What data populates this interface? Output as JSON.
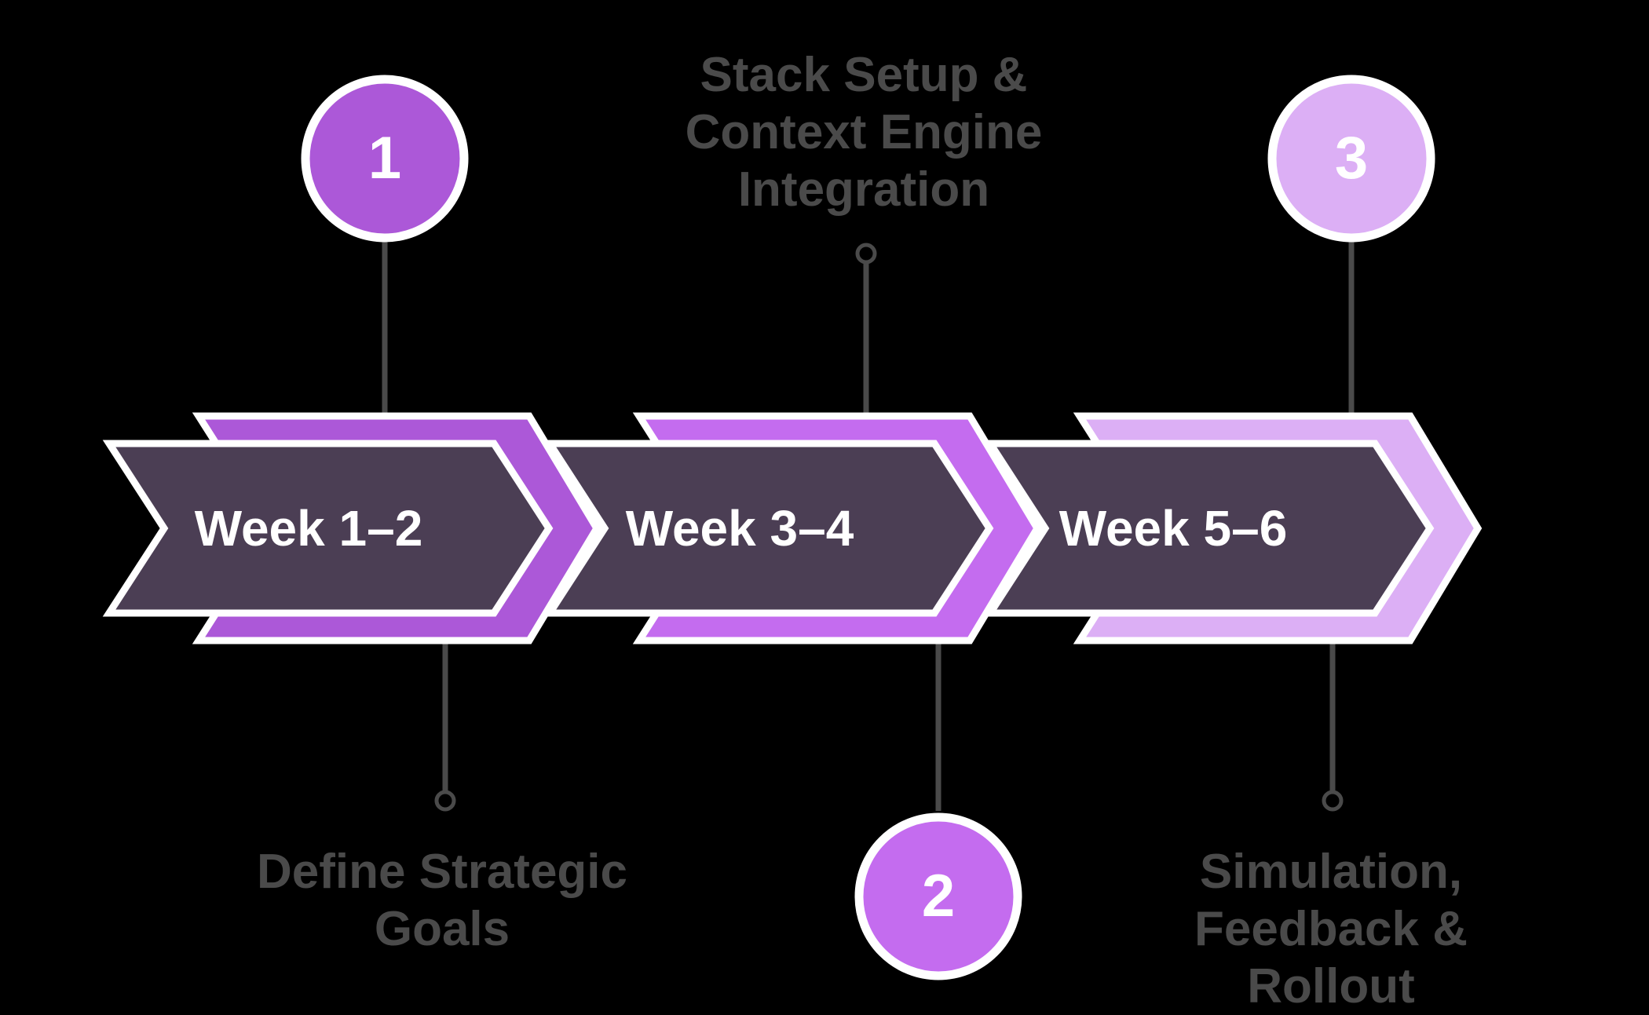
{
  "colors": {
    "background": "#000000",
    "arrow_body": "#4B3E54",
    "outline": "#FFFFFF",
    "connector": "#4A4A4A",
    "annotation_text": "#4A4A4A",
    "arrow_text": "#FFFFFF",
    "step1_accent": "#AC58D8",
    "step2_accent": "#C46CEF",
    "step3_accent": "#DCAFF5"
  },
  "steps": [
    {
      "number": "1",
      "week": "Week 1–2",
      "annotation": "Define Strategic\nGoals",
      "annotation_position": "bottom"
    },
    {
      "number": "2",
      "week": "Week 3–4",
      "annotation": "Stack Setup &\nContext Engine\nIntegration",
      "annotation_position": "top"
    },
    {
      "number": "3",
      "week": "Week 5–6",
      "annotation": "Simulation,\nFeedback &\nRollout",
      "annotation_position": "bottom"
    }
  ]
}
